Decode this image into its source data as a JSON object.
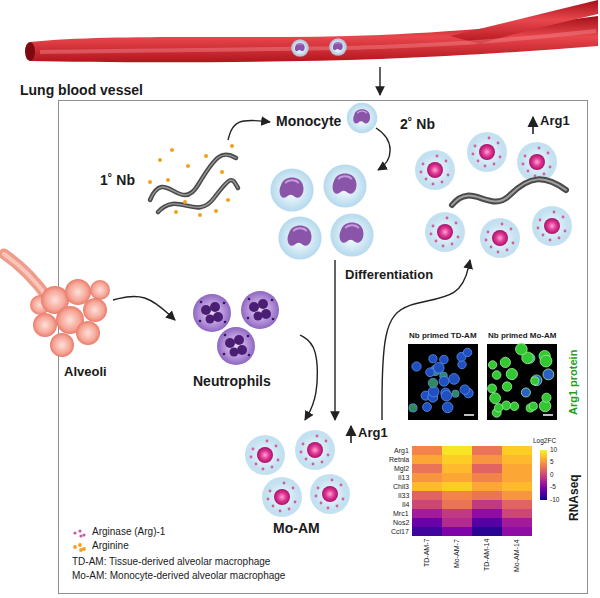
{
  "diagram": {
    "nodes": [
      {
        "text": [
          "Lung blood vessel"
        ]
      },
      {
        "text": [
          "Monocyte"
        ]
      },
      {
        "text": [
          "1˚ Nb"
        ]
      },
      {
        "text": [
          "2˚ Nb",
          "Arg1"
        ]
      },
      {
        "text": [
          "Alveoli"
        ]
      },
      {
        "text": [
          "Neutrophils"
        ]
      },
      {
        "text": [
          "Arg1",
          "Mo-AM"
        ]
      },
      {
        "text": [
          "Nb primed TD-AM"
        ]
      },
      {
        "text": [
          "Nb primed Mo-AM"
        ]
      }
    ],
    "edges": [
      {
        "from": 0,
        "to": 1,
        "arrow": "to"
      },
      {
        "from": 2,
        "to": 1,
        "arrow": "to"
      },
      {
        "from": 1,
        "to": 6,
        "arrow": "to",
        "label": "Differentiation"
      },
      {
        "from": 4,
        "to": 5,
        "arrow": "to"
      },
      {
        "from": 5,
        "to": 6,
        "arrow": "to"
      },
      {
        "from": 6,
        "to": 3,
        "arrow": "to"
      }
    ],
    "labels": [
      "Arg1 protein",
      "RNAseq",
      "Arg1",
      "Retnla",
      "Mgl2",
      "Il13",
      "Chil3",
      "Il33",
      "Il4",
      "Mrc1",
      "Nos2",
      "Ccl17",
      "TD-AM-7",
      "Mo-AM-7",
      "TD-AM-14",
      "Mo-AM-14",
      "Log2FC",
      "10",
      "5",
      "0",
      "-5",
      "-10",
      "TD-AM: Tissue-derived alveolar macrophage",
      "Mo-AM: Monocyte-derived alveolar macrophage"
    ],
    "legend": [
      {
        "text": "Arginase (Arg)-1"
      },
      {
        "text": "Arginine"
      }
    ]
  }
}
